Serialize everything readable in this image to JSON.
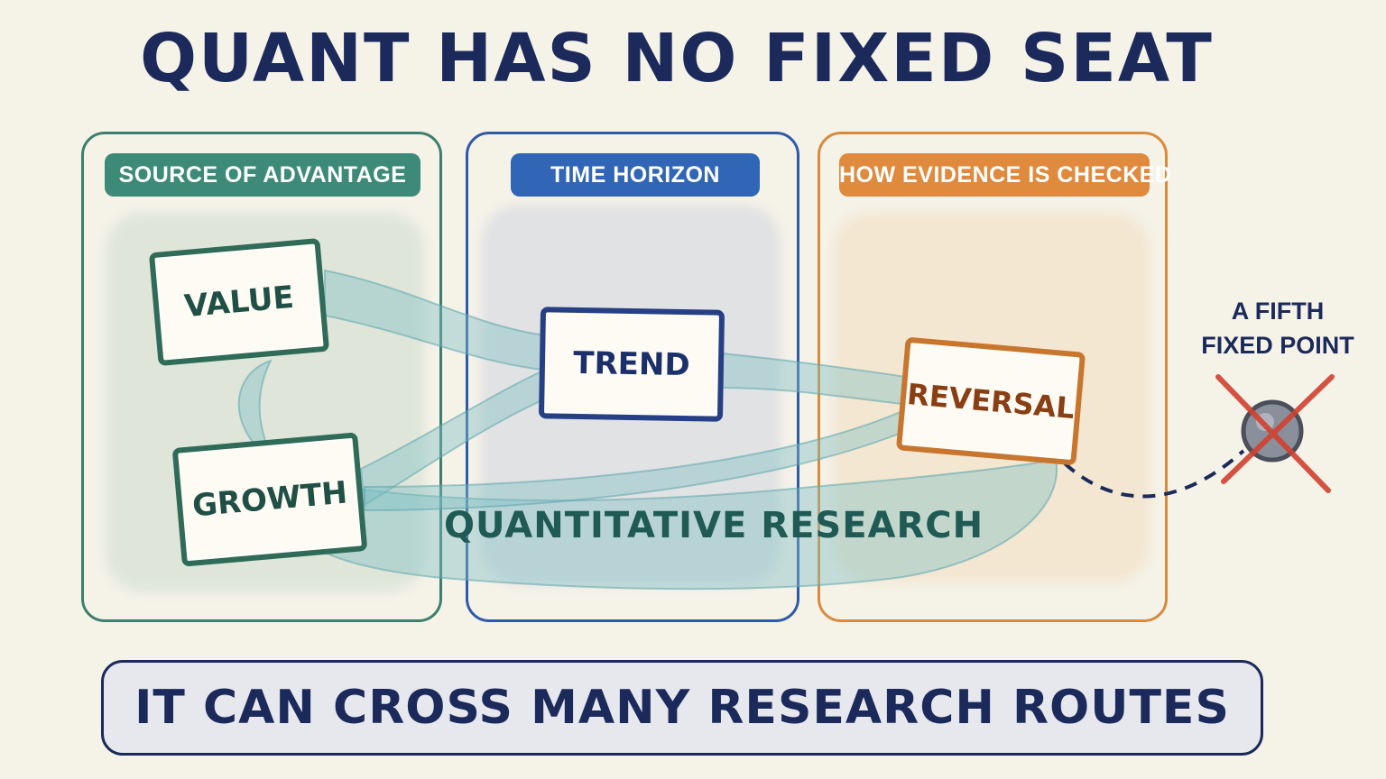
{
  "title": "QUANT HAS NO FIXED SEAT",
  "panels": [
    {
      "label": "SOURCE OF ADVANTAGE",
      "color": "#3d8a78"
    },
    {
      "label": "TIME HORIZON",
      "color": "#3166b6"
    },
    {
      "label": "HOW EVIDENCE IS CHECKED",
      "color": "#df8a3d"
    }
  ],
  "nodes": {
    "value": "VALUE",
    "growth": "GROWTH",
    "trend": "TREND",
    "reversal": "REVERSAL"
  },
  "research_label": "QUANTITATIVE RESEARCH",
  "fifth_point": {
    "line1": "A FIFTH",
    "line2": "FIXED POINT"
  },
  "footer": "IT CAN CROSS MANY RESEARCH ROUTES",
  "colors": {
    "ribbon": "#7fbfc4",
    "title": "#1b2a5a",
    "cross": "#d0402f"
  }
}
